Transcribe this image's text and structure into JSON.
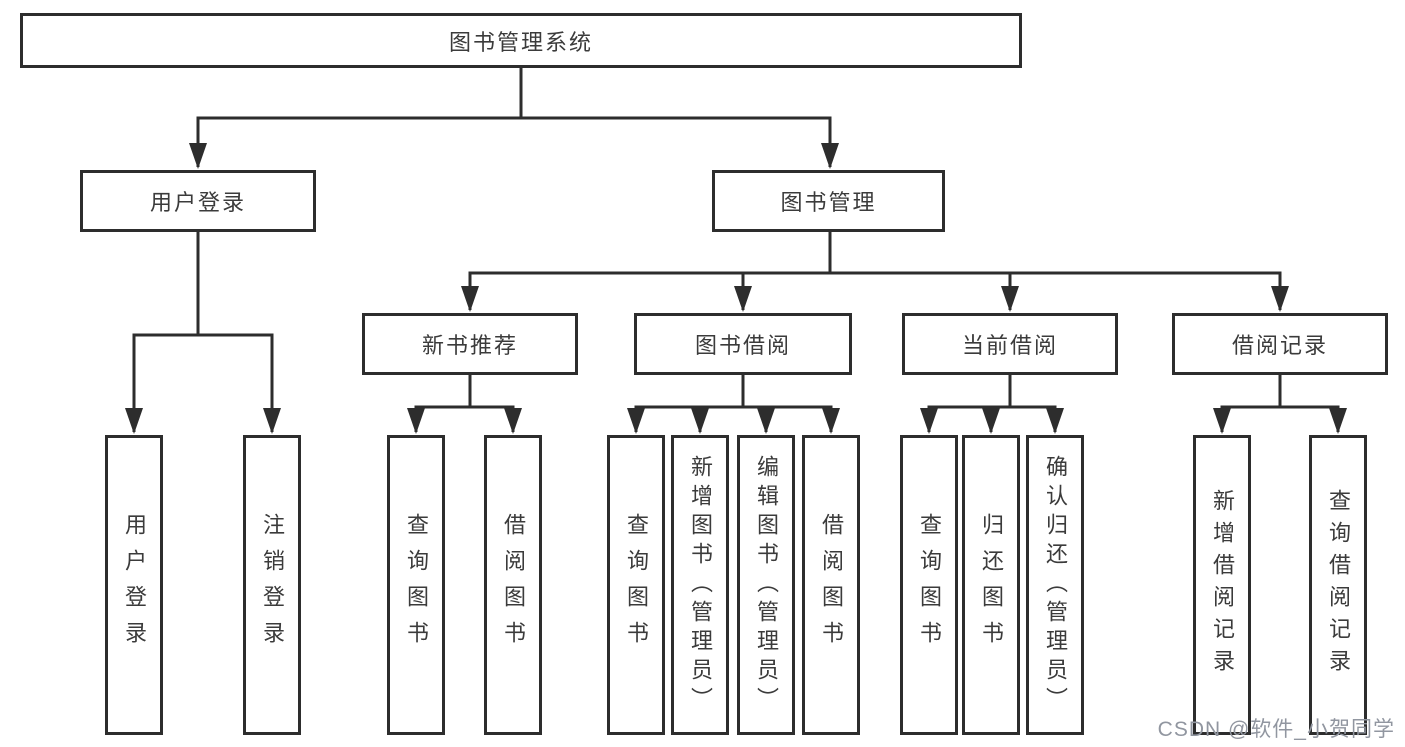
{
  "diagram": {
    "root_label": "图书管理系统",
    "level2": [
      {
        "label": "用户登录"
      },
      {
        "label": "图书管理"
      }
    ],
    "level3": [
      {
        "label": "新书推荐"
      },
      {
        "label": "图书借阅"
      },
      {
        "label": "当前借阅"
      },
      {
        "label": "借阅记录"
      }
    ],
    "leaves": [
      {
        "label": "用户登录"
      },
      {
        "label": "注销登录"
      },
      {
        "label": "查询图书"
      },
      {
        "label": "借阅图书"
      },
      {
        "label": "查询图书"
      },
      {
        "label": "新增图书（管理员）"
      },
      {
        "label": "编辑图书（管理员）"
      },
      {
        "label": "借阅图书"
      },
      {
        "label": "查询图书"
      },
      {
        "label": "归还图书"
      },
      {
        "label": "确认归还（管理员）"
      },
      {
        "label": "新增借阅记录"
      },
      {
        "label": "查询借阅记录"
      }
    ],
    "watermark": "CSDN @软件_小贺同学",
    "colors": {
      "line": "#2d2d2d",
      "text": "#3b3b3b",
      "watermark": "#9196a0",
      "background": "#ffffff"
    }
  }
}
